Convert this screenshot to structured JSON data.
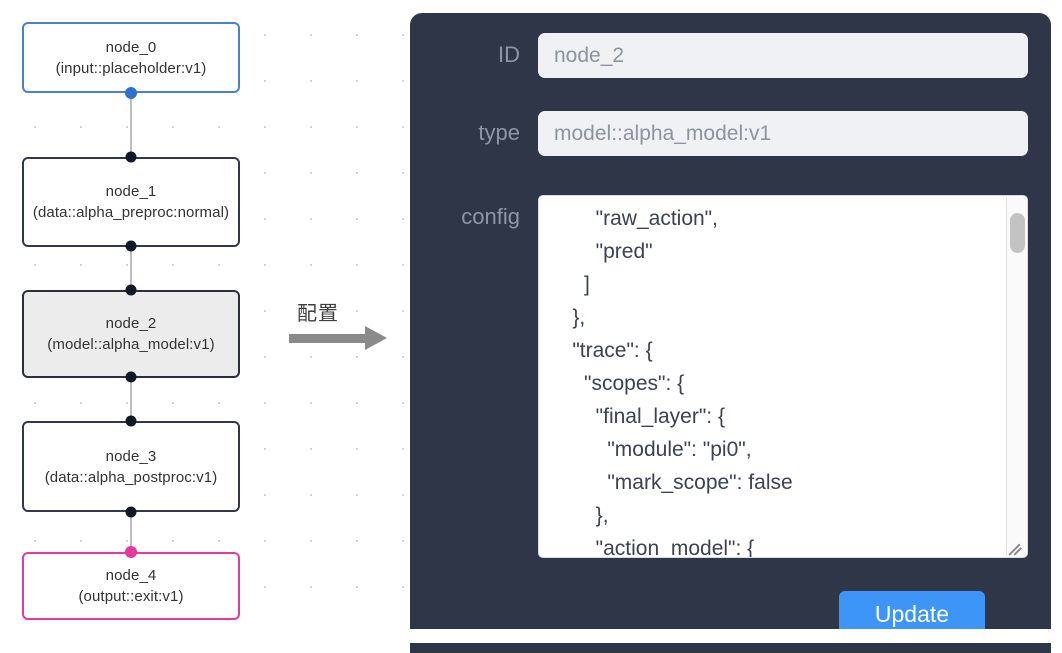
{
  "canvas": {
    "background_color": "#ffffff",
    "dot_color": "#cfd3d8",
    "nodes": [
      {
        "id": "node_0",
        "title": "node_0",
        "subtitle": "(input::placeholder:v1)",
        "kind": "input",
        "border_color": "#4a7fd4",
        "fill_color": "#ffffff",
        "selected": false
      },
      {
        "id": "node_1",
        "title": "node_1",
        "subtitle": "(data::alpha_preproc:normal)",
        "kind": "data",
        "border_color": "#33374a",
        "fill_color": "#ffffff",
        "selected": false
      },
      {
        "id": "node_2",
        "title": "node_2",
        "subtitle": "(model::alpha_model:v1)",
        "kind": "model",
        "border_color": "#2b2f3e",
        "fill_color": "#ececec",
        "selected": true
      },
      {
        "id": "node_3",
        "title": "node_3",
        "subtitle": "(data::alpha_postproc:v1)",
        "kind": "data",
        "border_color": "#33374a",
        "fill_color": "#ffffff",
        "selected": false
      },
      {
        "id": "node_4",
        "title": "node_4",
        "subtitle": "(output::exit:v1)",
        "kind": "output",
        "border_color": "#e5399e",
        "fill_color": "#ffffff",
        "selected": false
      }
    ],
    "edges": [
      {
        "from": "node_0",
        "to": "node_1"
      },
      {
        "from": "node_1",
        "to": "node_2"
      },
      {
        "from": "node_2",
        "to": "node_3"
      },
      {
        "from": "node_3",
        "to": "node_4"
      }
    ]
  },
  "arrow": {
    "label": "配置",
    "color": "#8a8a8a",
    "direction": "right"
  },
  "panel": {
    "background_color": "#2e3648",
    "accent_color": "#3d96f7",
    "fields": [
      {
        "key": "id",
        "label": "ID",
        "value": "node_2"
      },
      {
        "key": "type",
        "label": "type",
        "value": "model::alpha_model:v1"
      },
      {
        "key": "config",
        "label": "config",
        "value": "        \"raw_action\",\n        \"pred\"\n      ]\n    },\n    \"trace\": {\n      \"scopes\": {\n        \"final_layer\": {\n          \"module\": \"pi0\",\n          \"mark_scope\": false\n        },\n        \"action_model\": {"
      }
    ],
    "config_scroll": {
      "thumb_position": "top",
      "resize_grip": true
    },
    "update_button_label": "Update"
  }
}
